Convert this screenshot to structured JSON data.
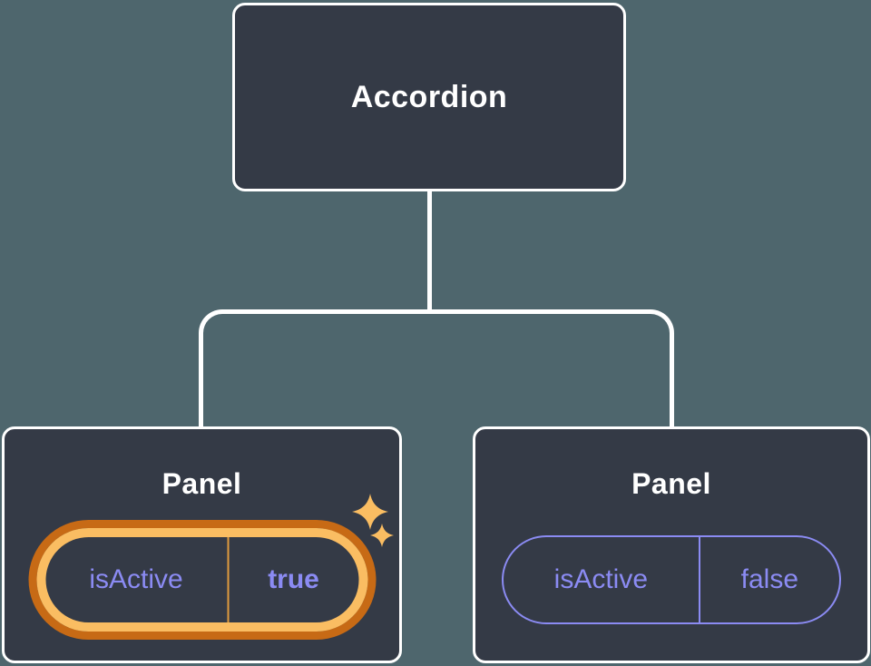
{
  "diagram": {
    "description": "component state tree",
    "root": {
      "label": "Accordion"
    },
    "children": [
      {
        "label": "Panel",
        "prop": {
          "name": "isActive",
          "value": "true"
        },
        "highlighted": true
      },
      {
        "label": "Panel",
        "prop": {
          "name": "isActive",
          "value": "false"
        },
        "highlighted": false
      }
    ]
  },
  "icons": {
    "highlight": "sparkle-icon"
  },
  "colors": {
    "bg": "#4E666D",
    "card": "#343A46",
    "line": "#FFFFFF",
    "text": "#FFFFFF",
    "purple": "#8B8BF3",
    "orange": "#C76A15",
    "gold": "#FABD62",
    "divider-gold": "#E09B3D"
  }
}
